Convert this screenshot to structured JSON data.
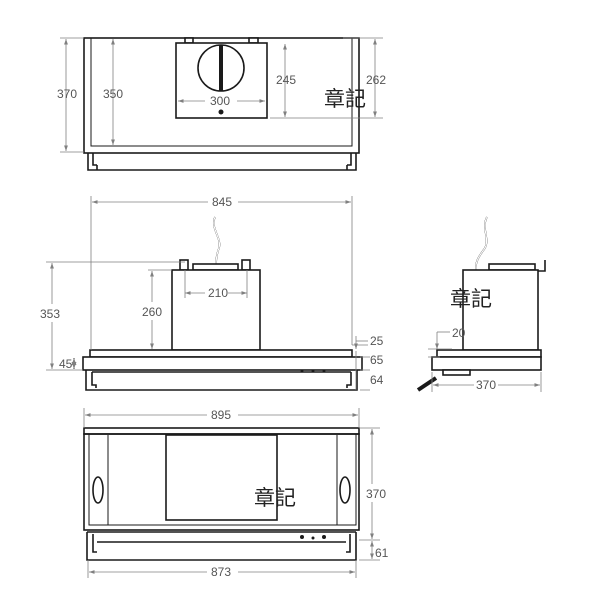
{
  "drawing": {
    "title": "Range hood dimension drawing",
    "line_color": "#1a1a1a",
    "dimension_color": "#808080",
    "watermark": "章記",
    "top_view": {
      "d370": "370",
      "d350": "350",
      "d245": "245",
      "d262": "262",
      "d300": "300"
    },
    "front_view": {
      "d845": "845",
      "d353": "353",
      "d260": "260",
      "d210": "210",
      "d45": "45",
      "d25": "25",
      "d65": "65",
      "d64": "64"
    },
    "side_view": {
      "d20": "20",
      "d370": "370"
    },
    "bottom_view": {
      "d895": "895",
      "d370": "370",
      "d61": "61",
      "d873": "873"
    }
  }
}
